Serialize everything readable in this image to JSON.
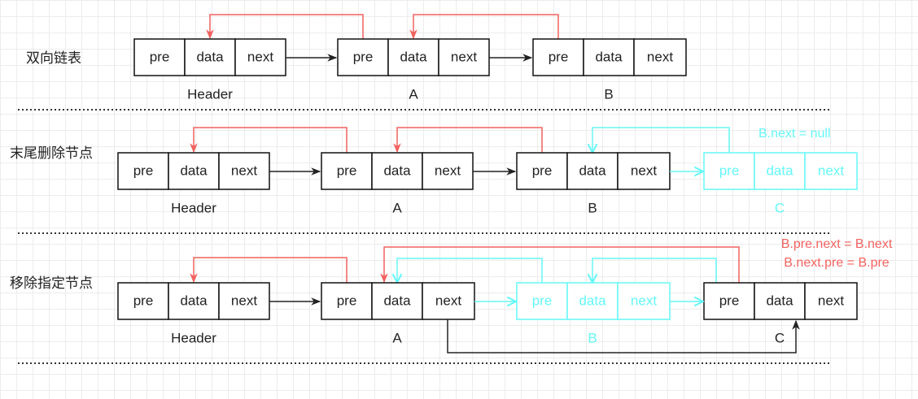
{
  "sections": [
    {
      "title": "双向链表",
      "nodes": [
        {
          "label": "Header",
          "fields": [
            "pre",
            "data",
            "next"
          ],
          "color": "black"
        },
        {
          "label": "A",
          "fields": [
            "pre",
            "data",
            "next"
          ],
          "color": "black"
        },
        {
          "label": "B",
          "fields": [
            "pre",
            "data",
            "next"
          ],
          "color": "black"
        }
      ]
    },
    {
      "title": "末尾删除节点",
      "annotation": "B.next = null",
      "nodes": [
        {
          "label": "Header",
          "fields": [
            "pre",
            "data",
            "next"
          ],
          "color": "black"
        },
        {
          "label": "A",
          "fields": [
            "pre",
            "data",
            "next"
          ],
          "color": "black"
        },
        {
          "label": "B",
          "fields": [
            "pre",
            "data",
            "next"
          ],
          "color": "black"
        },
        {
          "label": "C",
          "fields": [
            "pre",
            "data",
            "next"
          ],
          "color": "cyan"
        }
      ]
    },
    {
      "title": "移除指定节点",
      "annotations": [
        "B.pre.next = B.next",
        "B.next.pre = B.pre"
      ],
      "nodes": [
        {
          "label": "Header",
          "fields": [
            "pre",
            "data",
            "next"
          ],
          "color": "black"
        },
        {
          "label": "A",
          "fields": [
            "pre",
            "data",
            "next"
          ],
          "color": "black"
        },
        {
          "label": "B",
          "fields": [
            "pre",
            "data",
            "next"
          ],
          "color": "cyan"
        },
        {
          "label": "C",
          "fields": [
            "pre",
            "data",
            "next"
          ],
          "color": "black"
        }
      ]
    }
  ],
  "colors": {
    "red": "#f2625f",
    "cyan": "#66f7f7",
    "black": "#222222"
  }
}
